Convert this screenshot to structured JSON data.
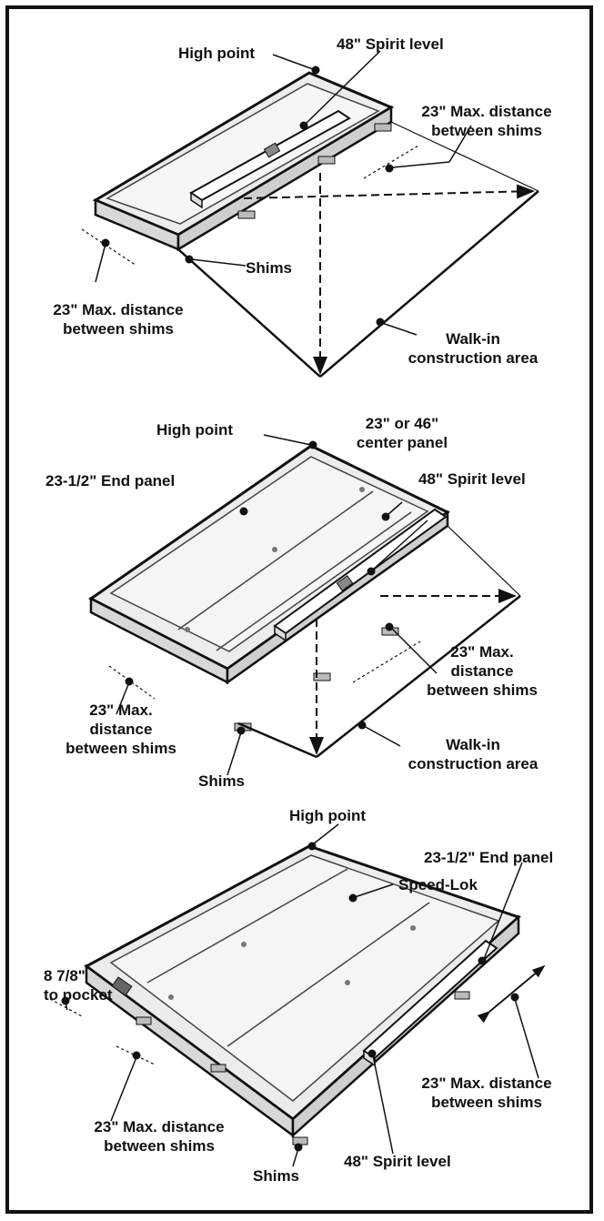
{
  "diagram_1": {
    "high_point": "High point",
    "spirit_level": "48\" Spirit level",
    "max_dist_right": [
      "23\" Max. distance",
      "between shims"
    ],
    "max_dist_left": [
      "23\" Max. distance",
      "between shims"
    ],
    "shims": "Shims",
    "walkin": [
      "Walk-in",
      "construction area"
    ]
  },
  "diagram_2": {
    "high_point": "High point",
    "center_panel": [
      "23\" or 46\"",
      "center panel"
    ],
    "end_panel": "23-1/2\" End panel",
    "spirit_level": "48\" Spirit level",
    "max_dist_right": [
      "23\" Max.",
      "distance",
      "between shims"
    ],
    "max_dist_left": [
      "23\" Max.",
      "distance",
      "between shims"
    ],
    "walkin": [
      "Walk-in",
      "construction area"
    ],
    "shims": "Shims"
  },
  "diagram_3": {
    "high_point": "High point",
    "end_panel": "23-1/2\" End panel",
    "speed_lok": "Speed-Lok",
    "pocket": [
      "8 7/8\"",
      "to pocket"
    ],
    "max_dist_left": [
      "23\" Max. distance",
      "between shims"
    ],
    "max_dist_right": [
      "23\" Max. distance",
      "between shims"
    ],
    "spirit_level": "48\" Spirit level",
    "shims": "Shims"
  },
  "colors": {
    "ink": "#111111",
    "panel_fill": "#ececec",
    "frame_border": "#111111"
  }
}
